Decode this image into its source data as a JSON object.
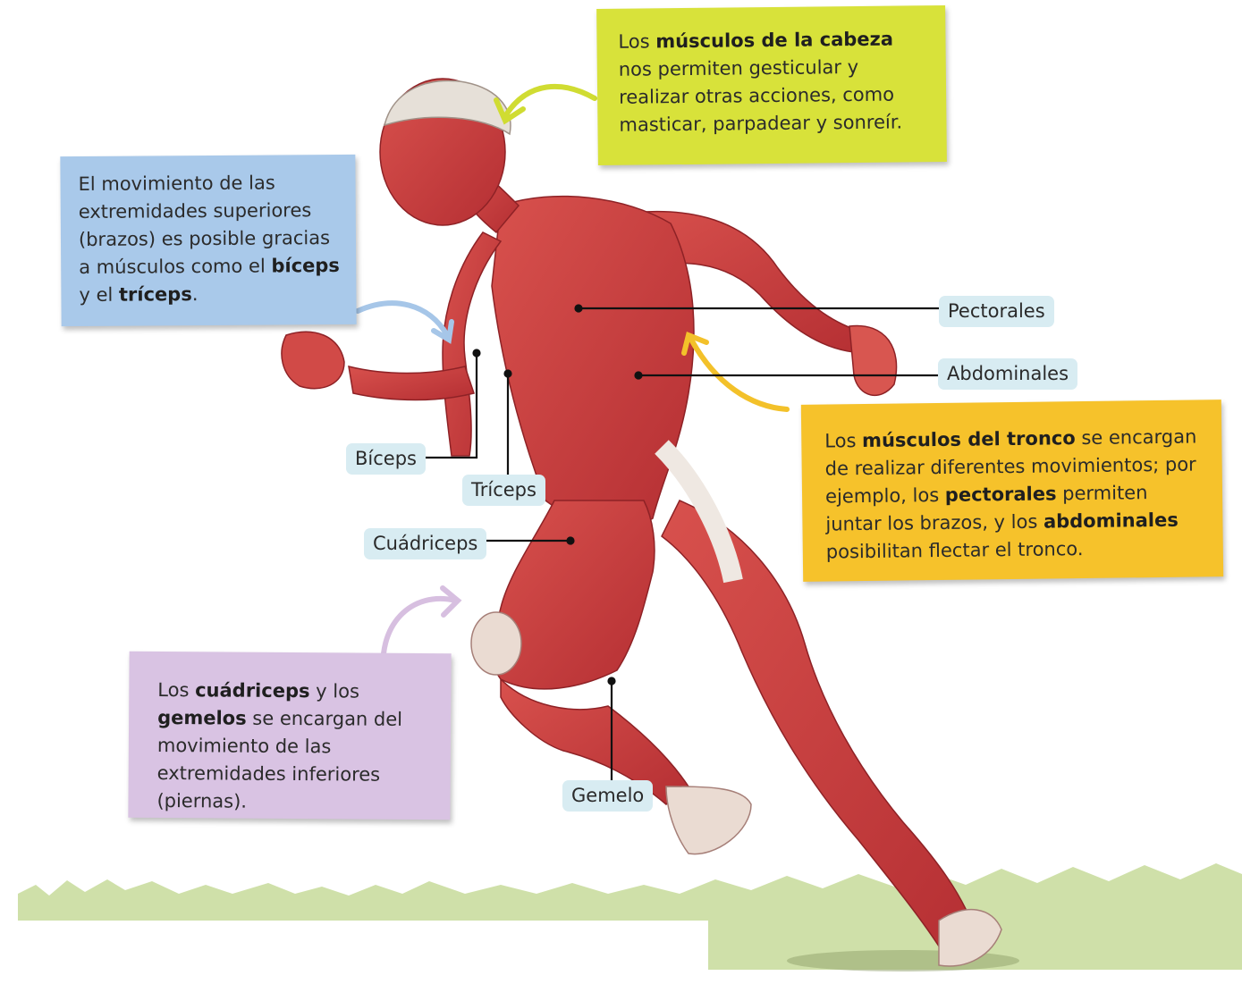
{
  "colors": {
    "head_box": "#d8e23a",
    "arms_box": "#a9c9ea",
    "trunk_box": "#f6c22b",
    "legs_box": "#d9c3e3",
    "label_bg": "#d8ecf2",
    "muscle": "#c93a3a",
    "tendon": "#e9e2db",
    "grass": "#cfe0a9"
  },
  "boxes": {
    "head": {
      "t1": "Los ",
      "b1": "músculos de la cabeza",
      "t2": " nos permiten gesticular y realizar otras acciones, como masticar, parpadear y sonreír."
    },
    "arms": {
      "t1": "El movimiento de las extremidades superiores (brazos) es posible gracias a músculos como el ",
      "b1": "bíceps",
      "t2": " y el ",
      "b2": "tríceps",
      "t3": "."
    },
    "trunk": {
      "t1": "Los ",
      "b1": "músculos del tronco",
      "t2": " se encargan de realizar diferentes movimientos; por ejemplo, los ",
      "b2": "pectorales",
      "t3": " permiten juntar los brazos, y los ",
      "b3": "abdominales",
      "t4": " posibilitan flectar el tronco."
    },
    "legs": {
      "t1": "Los ",
      "b1": "cuádriceps",
      "t2": " y los ",
      "b2": "gemelos",
      "t3": " se encargan del movimiento de las extremidades inferiores (piernas)."
    }
  },
  "labels": {
    "pectorales": "Pectorales",
    "abdominales": "Abdominales",
    "biceps": "Bíceps",
    "triceps": "Tríceps",
    "cuadriceps": "Cuádriceps",
    "gemelo": "Gemelo"
  }
}
